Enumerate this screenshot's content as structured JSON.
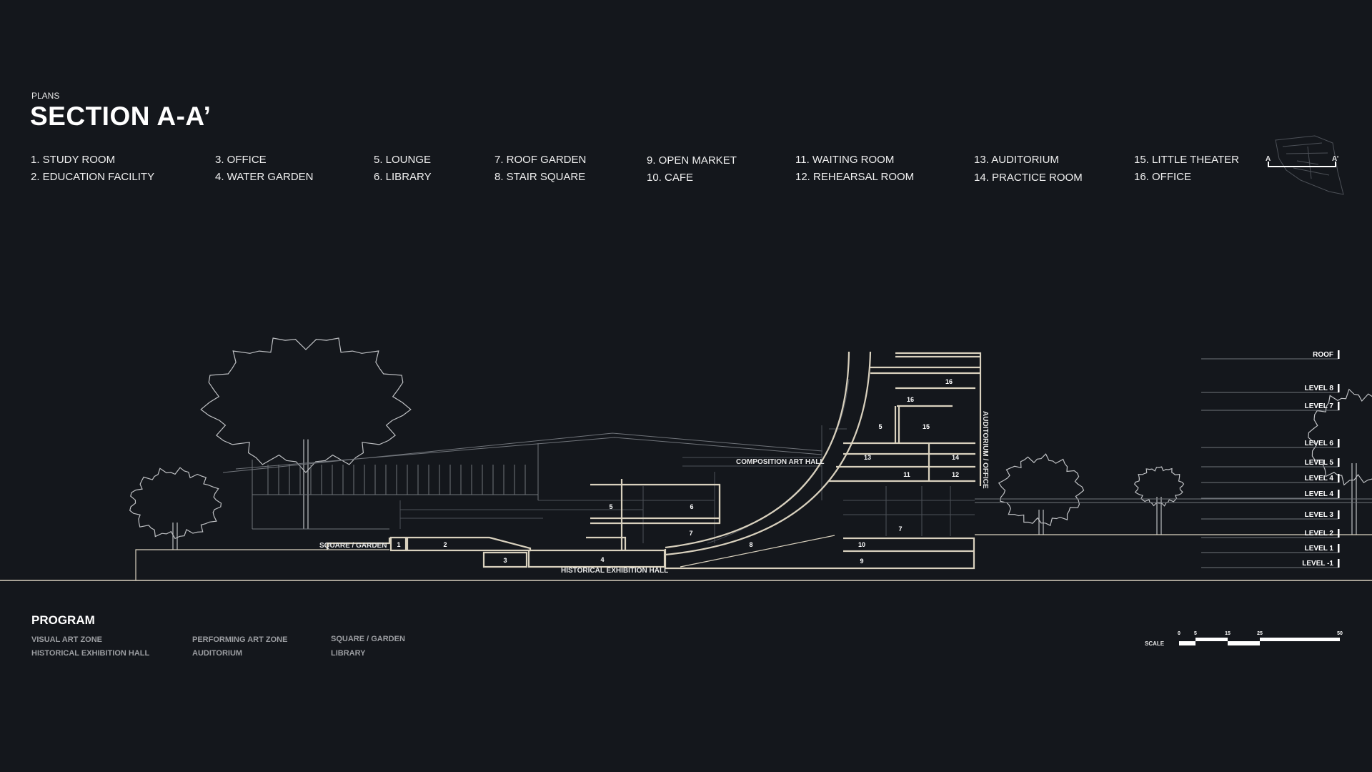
{
  "header": {
    "kicker": "PLANS",
    "title": "SECTION A-A’"
  },
  "legend": [
    [
      "1. STUDY ROOM",
      "2. EDUCATION FACILITY"
    ],
    [
      "3. OFFICE",
      "4. WATER GARDEN"
    ],
    [
      "5. LOUNGE",
      "6. LIBRARY"
    ],
    [
      "7. ROOF GARDEN",
      "8. STAIR SQUARE"
    ],
    [
      "9. OPEN MARKET",
      "10. CAFE"
    ],
    [
      "11. WAITING ROOM",
      "12. REHEARSAL ROOM"
    ],
    [
      "13. AUDITORIUM",
      "14. PRACTICE ROOM"
    ],
    [
      "15. LITTLE THEATER",
      "16. OFFICE"
    ]
  ],
  "key_plan": {
    "start": "A",
    "end": "A’"
  },
  "drawing": {
    "zones": {
      "square_garden": "SQUARE / GARDEN",
      "historical_hall": "HISTORICAL EXHIBITION HALL",
      "composition_hall": "COMPOSITION ART HALL",
      "auditorium_office": "AUDITORIUM / OFFICE"
    },
    "rooms": [
      "1",
      "2",
      "3",
      "4",
      "5",
      "6",
      "7",
      "8",
      "10",
      "9",
      "7",
      "13",
      "14",
      "11",
      "12",
      "5",
      "15",
      "16",
      "16"
    ]
  },
  "levels": [
    "ROOF",
    "LEVEL 8",
    "LEVEL 7",
    "LEVEL 6",
    "LEVEL 5",
    "LEVEL 4",
    "LEVEL 4",
    "LEVEL 3",
    "LEVEL 2",
    "LEVEL 1",
    "LEVEL -1"
  ],
  "program": {
    "heading": "PROGRAM",
    "items": [
      [
        "VISUAL ART ZONE",
        "HISTORICAL EXHIBITION HALL"
      ],
      [
        "PERFORMING ART ZONE",
        "AUDITORIUM"
      ],
      [
        "SQUARE / GARDEN",
        "LIBRARY"
      ]
    ]
  },
  "scale": {
    "label": "SCALE",
    "ticks": [
      "0",
      "5",
      "15",
      "25",
      "50"
    ]
  }
}
